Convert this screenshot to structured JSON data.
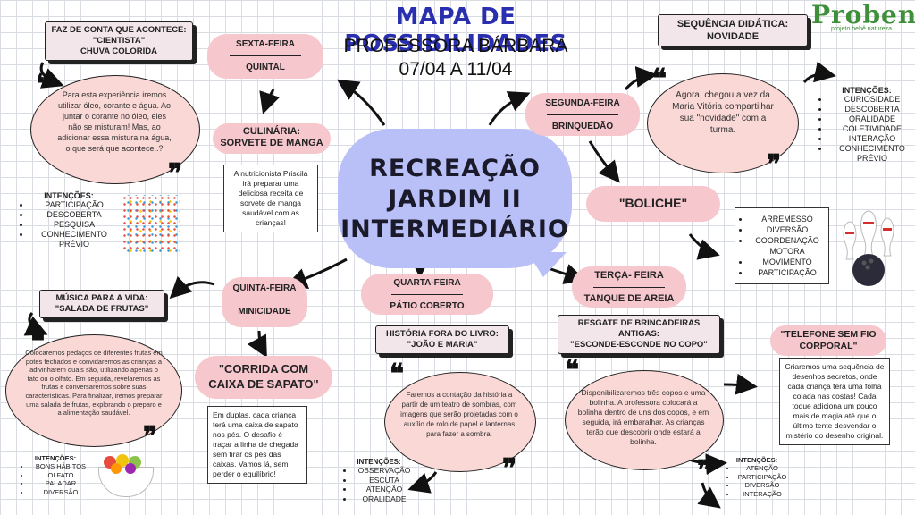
{
  "header": {
    "title": "MAPA DE POSSIBILIDADES",
    "teacher": "PROFESSORA BÁRBARA",
    "dates": "07/04 A 11/04",
    "logo_word": "Proben",
    "logo_tagline": "projeto bebê natureza"
  },
  "center": {
    "line1": "RECREAÇÃO",
    "line2": "JARDIM II",
    "line3": "INTERMEDIÁRIO"
  },
  "monday": {
    "day": "SEGUNDA-FEIRA",
    "separator": "————————",
    "theme": "BRINQUEDÃO",
    "card_title_1": "SEQUÊNCIA DIDÁTICA:",
    "card_title_2": "NOVIDADE",
    "bubble_text": "Agora, chegou a vez da Maria Vitória compartilhar sua \"novidade\" com a turma.",
    "activity": "\"BOLICHE\"",
    "intents_title": "INTENÇÕES:",
    "intents": [
      "CURIOSIDADE",
      "DESCOBERTA",
      "ORALIDADE",
      "COLETIVIDADE",
      "INTERAÇÃO",
      "CONHECIMENTO PRÉVIO"
    ],
    "boliche_list": [
      "ARREMESSO",
      "DIVERSÃO",
      "COORDENAÇÃO MOTORA",
      "MOVIMENTO",
      "PARTICIPAÇÃO"
    ]
  },
  "tuesday": {
    "day": "TERÇA- FEIRA",
    "separator": "————————",
    "theme": "TANQUE DE AREIA",
    "card_title_1": "RESGATE DE BRINCADEIRAS ANTIGAS:",
    "card_title_2": "\"ESCONDE-ESCONDE NO COPO\"",
    "bubble_text": "Disponibilizaremos três copos e uma bolinha. A professora colocará a bolinha dentro de uns dos copos, e em seguida, irá embaralhar. As crianças terão que descobrir onde estará a bolinha.",
    "intents_title": "INTENÇÕES:",
    "intents": [
      "ATENÇÃO",
      "PARTICIPAÇÃO",
      "DIVERSÃO",
      "INTERAÇÃO"
    ],
    "activity": "\"TELEFONE SEM FIO CORPORAL\"",
    "activity_text": "Criaremos uma sequência de desenhos secretos, onde cada criança terá uma folha colada nas costas! Cada toque adiciona um pouco mais de magia até que o último tente desvendar o mistério do desenho original."
  },
  "wednesday": {
    "day": "QUARTA-FEIRA",
    "separator": "————————",
    "theme": "PÁTIO COBERTO",
    "card_title_1": "HISTÓRIA FORA DO LIVRO:",
    "card_title_2": "\"JOÃO E MARIA\"",
    "bubble_text": "Faremos a contação da história a partir de um teatro de sombras, com imagens que serão projetadas com o auxílio de rolo de papel e lanternas para fazer a sombra.",
    "intents_title": "INTENÇÕES:",
    "intents": [
      "OBSERVAÇÃO",
      "ESCUTA",
      "ATENÇÃO",
      "ORALIDADE"
    ]
  },
  "thursday": {
    "day": "QUINTA-FEIRA",
    "separator": "————————",
    "theme": "MINICIDADE",
    "card_title_1": "MÚSICA PARA A VIDA:",
    "card_title_2": "\"SALADA DE FRUTAS\"",
    "bubble_text": "Colocaremos pedaços de diferentes frutas em potes fechados e convidaremos as crianças a adivinharem quais são, utilizando apenas o tato ou o olfato. Em seguida, revelaremos as frutas e conversaremos sobre suas características. Para finalizar, iremos preparar uma salada de frutas, explorando o preparo e a alimentação saudável.",
    "intents_title": "INTENÇÕES:",
    "intents": [
      "BONS HÁBITOS",
      "OLFATO",
      "PALADAR",
      "DIVERSÃO"
    ],
    "activity": "\"CORRIDA COM CAIXA DE SAPATO\"",
    "activity_text": "Em duplas, cada criança terá uma caixa de sapato nos pés. O desafio é traçar a linha de chegada sem tirar os pés das caixas. Vamos lá, sem perder o equilíbrio!"
  },
  "friday": {
    "day": "SEXTA-FEIRA",
    "separator": "————————",
    "theme": "QUINTAL",
    "card_title_1": "FAZ DE CONTA QUE ACONTECE:",
    "card_title_2": "\"CIENTISTA\"",
    "card_title_3": "CHUVA COLORIDA",
    "bubble_text": "Para esta experiência iremos utilizar óleo, corante e água. Ao juntar o corante no óleo, eles não se misturam! Mas, ao adicionar essa mistura na água, o que será que acontece..?",
    "intents_title": "INTENÇÕES:",
    "intents": [
      "PARTICIPAÇÃO",
      "DESCOBERTA",
      "PESQUISA",
      "CONHECIMENTO PRÉVIO"
    ],
    "activity": "CULINÁRIA: SORVETE DE MANGA",
    "activity_text": "A nutricionista Priscila irá preparar uma deliciosa receita de sorvete de manga saudável com as crianças!"
  },
  "quote_glyph": "❝",
  "quote_close_glyph": "❞",
  "colors": {
    "title_blue": "#2a2fb0",
    "pill_pink": "#f6c7cd",
    "oval_pink": "#f9d8d6",
    "center_lavender": "#b9bff7",
    "logo_green": "#3f8f3a"
  }
}
